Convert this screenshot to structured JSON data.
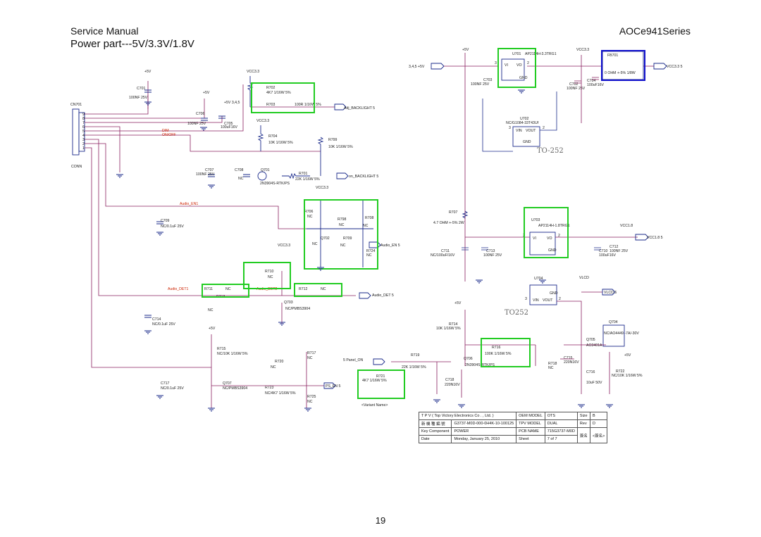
{
  "header": {
    "manual": "Service Manual",
    "section": "Power part---5V/3.3V/1.8V",
    "model_series": "AOCe941Series"
  },
  "page_number": "19",
  "colors": {
    "wire": "#8a2060",
    "component": "#1a2a8a",
    "highlight_green": "#22cc22",
    "highlight_blue": "#1111cc",
    "signal_red": "#cc2200"
  },
  "connector": {
    "ref": "CN701",
    "type": "CONN",
    "pins": [
      "1",
      "2",
      "3",
      "4",
      "5",
      "6",
      "7",
      "8",
      "9"
    ]
  },
  "labels": {
    "p5v": "+5V",
    "vcc33": "VCC3.3",
    "vcc18": "VCC1.8",
    "vlcd": "VLCD",
    "rail_345": "+5V  3,4,5",
    "rail_in": "3,4,5  +5V",
    "dim": "DIM",
    "on_off": "ON/OFF",
    "audio_en1": "Audio_EN1",
    "audio_det1": "Audio_DET1",
    "audio_det2": "Audio_DET2",
    "conn": "CONN",
    "to252_a": "TO-252",
    "to252_b": "TO252",
    "variant": "<Variant Name>",
    "nc": "NC"
  },
  "ports": {
    "adj_backlight": "Adj_BACKLIGHT  5",
    "on_backlight": "on_BACKLIGHT  5",
    "audio_en": "Audio_EN  5",
    "audio_det": "Audio_DET  5",
    "vcc33_out": "VCC3.3  5",
    "vcc18_out": "VCC1.8  5",
    "vlcd_out": "VLCD  6",
    "ps_en": "PS_EN  5",
    "panel_on": "5  Panel_ON"
  },
  "components": {
    "c701": [
      "C701",
      "100NF 25V"
    ],
    "r702": [
      "R702",
      "4K7 1/16W 5%"
    ],
    "r703": [
      "R703",
      "100R 1/16W 5%"
    ],
    "c706": [
      "C706",
      "100NF 25V"
    ],
    "c705": [
      "C705",
      "100uF16V"
    ],
    "r704": [
      "R704",
      "10K 1/16W 5%"
    ],
    "r799": [
      "R799",
      "10K 1/16W 5%"
    ],
    "c707": [
      "C707",
      "100NF 25V"
    ],
    "c708": [
      "C708",
      "NC"
    ],
    "q701": [
      "Q701",
      "2N3904S-RTK/PS"
    ],
    "r701": [
      "R701",
      "22K 1/16W 5%"
    ],
    "c709": [
      "C709",
      "NC/0.1uF 25V"
    ],
    "r706": [
      "R706",
      "NC"
    ],
    "r798": [
      "R798",
      "NC"
    ],
    "r708": [
      "R708",
      "NC"
    ],
    "q702": [
      "Q702",
      "NC"
    ],
    "r709": [
      "R709",
      "NC"
    ],
    "r724": [
      "R724",
      "NC"
    ],
    "r710": [
      "R710",
      "NC"
    ],
    "r711": [
      "R711",
      "NC"
    ],
    "r713": [
      "R713",
      ""
    ],
    "r712": [
      "R712",
      "NC"
    ],
    "q703": [
      "Q703",
      "NC/PMBS3904"
    ],
    "c714": [
      "C714",
      "NC/0.1uF 25V"
    ],
    "r715": [
      "R715",
      "NC/10K 1/16W 5%"
    ],
    "r717": [
      "R717",
      "NC"
    ],
    "r720": [
      "R720",
      "NC"
    ],
    "c717": [
      "C717",
      "NC/0.1uF 25V"
    ],
    "q707": [
      "Q707",
      "NC/PMBS3904"
    ],
    "r723": [
      "R723",
      "NC/4K7 1/16W 5%"
    ],
    "r725": [
      "R725",
      "NC"
    ],
    "u701": [
      "U701",
      "AP2114H-3.3TRG1"
    ],
    "fb701": [
      "FB701",
      "0 OHM +-5% 1/8W"
    ],
    "c703": [
      "C703",
      "100NF 25V"
    ],
    "c702": [
      "C702",
      "100NF 25V"
    ],
    "c704": [
      "C704",
      "100uF16V"
    ],
    "u702": [
      "U702",
      "NC/G1084-33T43Uf"
    ],
    "r707": [
      "R707",
      "4.7 OHM +-5% 2W"
    ],
    "u703": [
      "U703",
      "AP2114H-1.8TRG1"
    ],
    "c711": [
      "C711",
      "NC/100uF/16V"
    ],
    "c713": [
      "C713",
      "100NF 25V"
    ],
    "c710": [
      "C710",
      "100uF16V"
    ],
    "c712": [
      "C712",
      "100NF 25V"
    ],
    "u704": [
      "U704",
      ""
    ],
    "r714": [
      "R714",
      "10K 1/16W 5%"
    ],
    "r716": [
      "R716",
      "100K 1/16W 5%"
    ],
    "q704": [
      "Q704",
      "NC/AO4449 -7A/-30V"
    ],
    "q705": [
      "Q705",
      "AO3401A"
    ],
    "r719": [
      "R719",
      "22K 1/16W 5%"
    ],
    "q706": [
      "Q706",
      "2N3904S-RTK/PS"
    ],
    "c715": [
      "C715",
      "220N16V"
    ],
    "r718": [
      "R718",
      "NC"
    ],
    "r721": [
      "R721",
      "4K7 1/16W 5%"
    ],
    "c718": [
      "C718",
      "220N16V"
    ],
    "c716": [
      "C716",
      "10uF 50V"
    ],
    "r722": [
      "R722",
      "NC/10K 1/16W 5%"
    ]
  },
  "pins": {
    "vi": "VI",
    "vo": "VO",
    "gnd": "GND",
    "vin": "VIN",
    "vout": "VOUT",
    "n1": "1",
    "n2": "2",
    "n3": "3",
    "n4": "4"
  },
  "title_block": {
    "company": "T P V  ( Top  Victory  Electronics  Co . , Ltd. )",
    "oem_model_label": "OEM MODEL",
    "oem_model": "OTS",
    "size_label": "Size",
    "size": "B",
    "row2_label": "新 機 種 編 號",
    "doc_no": "G3737-M0D-000-0H4K-10-100125",
    "tpv_model_label": "TPV MODEL",
    "tpv_model": "DUAL",
    "rev_label": "Rev",
    "rev": "D",
    "key_component_label": "Key Component",
    "key_component": "POWER",
    "pcb_name_label": "PCB NAME",
    "pcb_name": "715G3737-M0D",
    "approve_label": "簽名",
    "approve": "<簽名>",
    "date_label": "Date",
    "date": "Monday, January 25, 2010",
    "sheet_label": "Sheet",
    "sheet": "7",
    "of_label": "of",
    "of": "7"
  }
}
